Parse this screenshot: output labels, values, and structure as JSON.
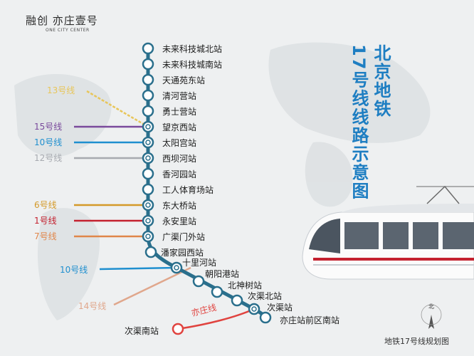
{
  "brand": {
    "name_cn": "融创 亦庄壹号",
    "name_en": "ONE CITY CENTER"
  },
  "title": {
    "col1": "北京地铁",
    "col2": "17号线线路示意图"
  },
  "footer": "地铁17号线规划图",
  "compass": {
    "label": "北"
  },
  "colors": {
    "line17": "#2a6f8c",
    "title": "#1e7ec2",
    "terminus": "#e0433f"
  },
  "stations": [
    "未来科技城北站",
    "未来科技城南站",
    "天通苑东站",
    "清河营站",
    "勇士营站",
    "望京西站",
    "太阳宫站",
    "西坝河站",
    "香河园站",
    "工人体育场站",
    "东大桥站",
    "永安里站",
    "广渠门外站",
    "潘家园西站",
    "十里河站",
    "朝阳港站",
    "北神树站",
    "次渠北站",
    "次渠站",
    "亦庄站前区南站",
    "次渠南站"
  ],
  "transfers": [
    {
      "label": "13号线",
      "color": "#e8c65a"
    },
    {
      "label": "15号线",
      "color": "#7a4a9c"
    },
    {
      "label": "10号线",
      "color": "#1f8fcf"
    },
    {
      "label": "12号线",
      "color": "#a7aab0"
    },
    {
      "label": "6号线",
      "color": "#d49a2a"
    },
    {
      "label": "1号线",
      "color": "#c4212f"
    },
    {
      "label": "7号线",
      "color": "#e0864a"
    },
    {
      "label": "10号线",
      "color": "#1f8fcf"
    },
    {
      "label": "14号线",
      "color": "#e0a78c"
    },
    {
      "label": "亦庄线",
      "color": "#e0433f"
    }
  ]
}
